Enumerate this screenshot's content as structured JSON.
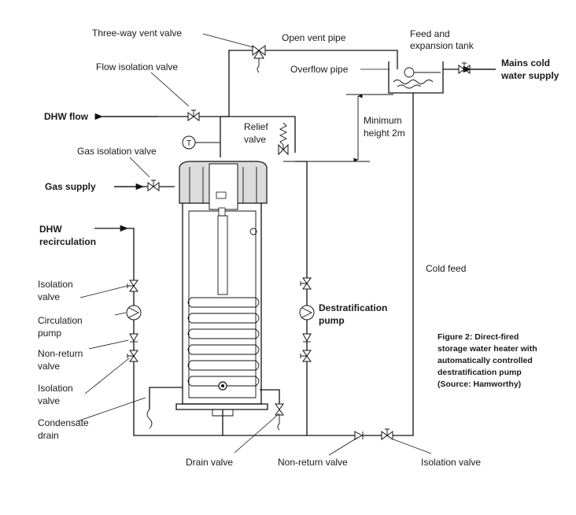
{
  "labels": {
    "three_way_vent_valve": "Three-way vent valve",
    "open_vent_pipe": "Open vent pipe",
    "feed_tank_line1": "Feed and",
    "feed_tank_line2": "expansion tank",
    "flow_isolation_valve": "Flow isolation valve",
    "overflow_pipe": "Overflow pipe",
    "mains_line1": "Mains cold",
    "mains_line2": "water supply",
    "dhw_flow": "DHW flow",
    "relief_line1": "Relief",
    "relief_line2": "valve",
    "min_height_line1": "Minimum",
    "min_height_line2": "height 2m",
    "gas_isolation_valve": "Gas isolation valve",
    "gas_supply": "Gas supply",
    "dhw_recirc_line1": "DHW",
    "dhw_recirc_line2": "recirculation",
    "cold_feed": "Cold feed",
    "iso_valve_top_line1": "Isolation",
    "iso_valve_top_line2": "valve",
    "circ_pump_line1": "Circulation",
    "circ_pump_line2": "pump",
    "non_return_left_line1": "Non-return",
    "non_return_left_line2": "valve",
    "iso_valve_bottom_line1": "Isolation",
    "iso_valve_bottom_line2": "valve",
    "condensate_line1": "Condensate",
    "condensate_line2": "drain",
    "destrat_line1": "Destratification",
    "destrat_line2": "pump",
    "drain_valve": "Drain valve",
    "non_return_bottom": "Non-return valve",
    "isolation_valve_bottom": "Isolation valve",
    "thermostat_symbol": "T"
  },
  "caption": {
    "line1": "Figure 2: Direct-fired",
    "line2": "storage water heater with",
    "line3": "automatically controlled",
    "line4": "destratification pump",
    "line5": "(Source: Hamworthy)"
  },
  "colors": {
    "line": "#111111",
    "text": "#1a1a1a",
    "heater_top": "#dcdcdc",
    "heater_body": "#ffffff"
  }
}
